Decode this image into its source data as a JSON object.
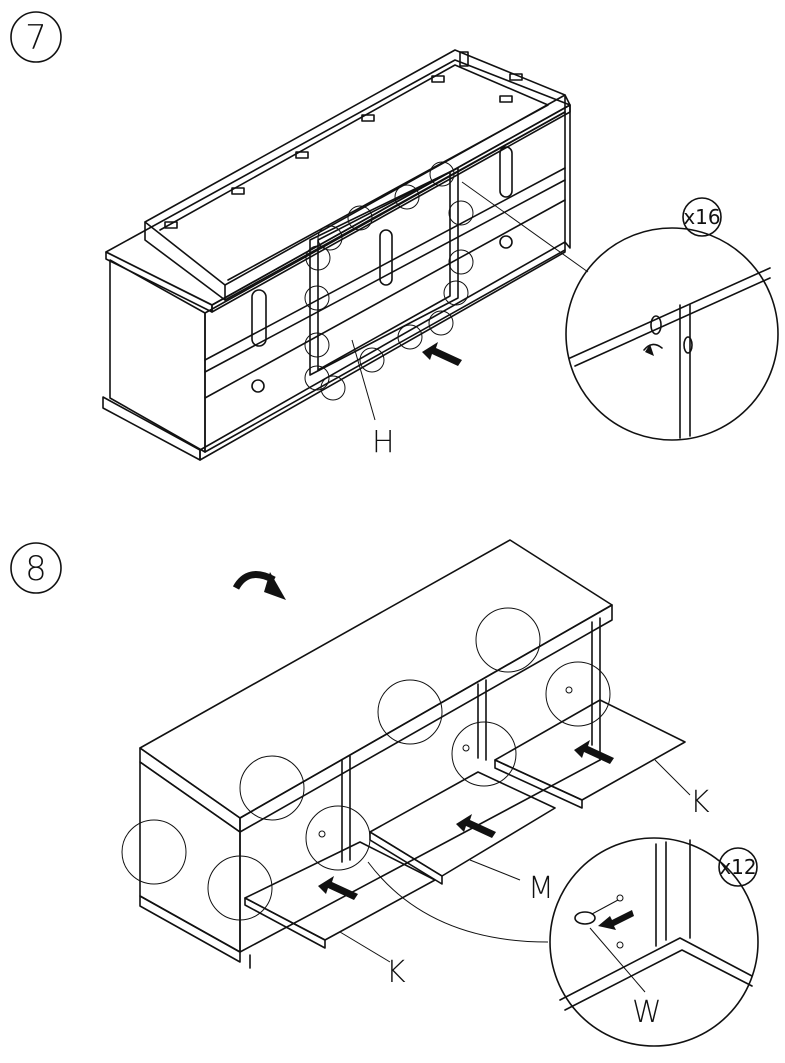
{
  "steps": [
    {
      "number": "7",
      "part_label": "H",
      "detail_count": "x16"
    },
    {
      "number": "8",
      "part_labels": [
        "K",
        "M",
        "K"
      ],
      "detail_label": "W",
      "detail_count": "x12"
    }
  ],
  "icons": {
    "rotate": "rotate-arrow-icon",
    "push": "push-arrow-icon"
  }
}
